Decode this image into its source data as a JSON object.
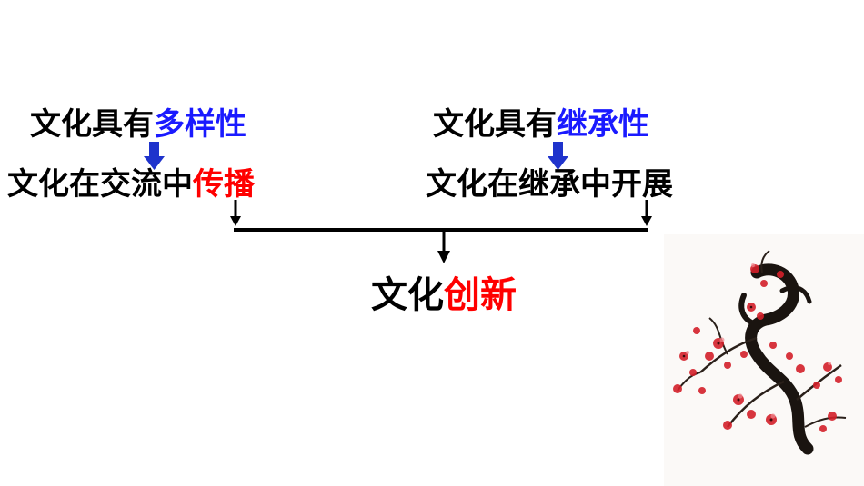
{
  "colors": {
    "text": "#000000",
    "blue": "#1a1aff",
    "red": "#ff0000",
    "arrow_blue": "#1f33cc",
    "plum_blossom": "#d4202a",
    "plum_branch": "#1a1410"
  },
  "left": {
    "line1": {
      "prefix": "文化具有",
      "emph": "多样性"
    },
    "line2": {
      "prefix": "文化在交流中",
      "emph": "传播"
    }
  },
  "right": {
    "line1": {
      "prefix": "文化具有",
      "emph": "继承性"
    },
    "line2": {
      "text": "文化在继承中开展"
    }
  },
  "center": {
    "prefix": "文化",
    "emph": "创新"
  },
  "decoration": {
    "icon": "plum-blossom-branch-icon"
  }
}
